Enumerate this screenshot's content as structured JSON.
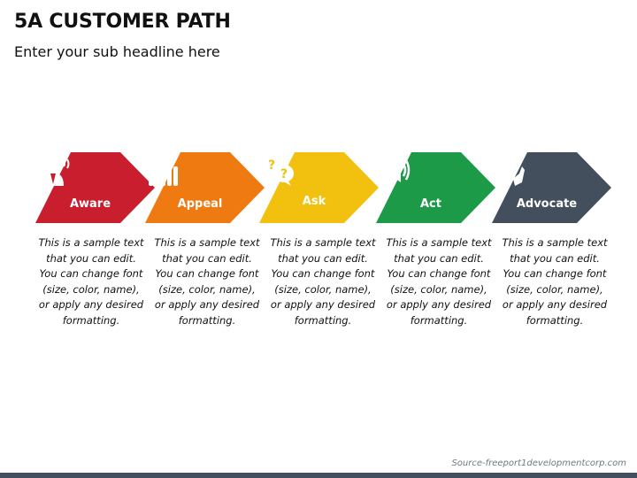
{
  "header": {
    "title": "5A CUSTOMER PATH",
    "subtitle": "Enter your sub headline here"
  },
  "stages": [
    {
      "label": "Aware",
      "icon": "aware-person-icon",
      "color": "#c81e2d",
      "description": "This is a sample text that you can edit. You can change font (size, color, name), or apply any desired formatting."
    },
    {
      "label": "Appeal",
      "icon": "raised-hands-icon",
      "color": "#f07a12",
      "description": "This is a sample text that you can edit. You can change font (size, color, name), or apply any desired formatting."
    },
    {
      "label": "Ask",
      "icon": "question-bubbles-icon",
      "color": "#f2c10f",
      "description": "This is a sample text that you can edit. You can change font (size, color, name), or apply any desired formatting."
    },
    {
      "label": "Act",
      "icon": "megaphone-icon",
      "color": "#1c9a48",
      "description": "This is a sample text that you can edit. You can change font (size, color, name), or apply any desired formatting."
    },
    {
      "label": "Advocate",
      "icon": "hands-stars-icon",
      "color": "#434f5c",
      "description": "This is a sample text that you can edit. You can change font (size, color, name), or apply any desired formatting."
    }
  ],
  "footer": {
    "source": "Source-freeport1developmentcorp.com",
    "bar_color": "#434f5c"
  }
}
